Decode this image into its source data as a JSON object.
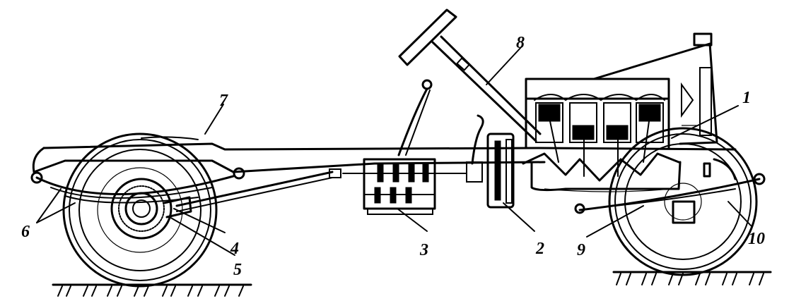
{
  "diagram": {
    "labels": [
      {
        "id": "engine",
        "text": "1"
      },
      {
        "id": "clutch",
        "text": "2"
      },
      {
        "id": "gearbox",
        "text": "3"
      },
      {
        "id": "main-gear",
        "text": "4"
      },
      {
        "id": "differential",
        "text": "5"
      },
      {
        "id": "rear-spring",
        "text": "6"
      },
      {
        "id": "frame",
        "text": "7"
      },
      {
        "id": "steering",
        "text": "8"
      },
      {
        "id": "front-spring",
        "text": "9"
      },
      {
        "id": "front-wheel",
        "text": "10"
      }
    ]
  }
}
